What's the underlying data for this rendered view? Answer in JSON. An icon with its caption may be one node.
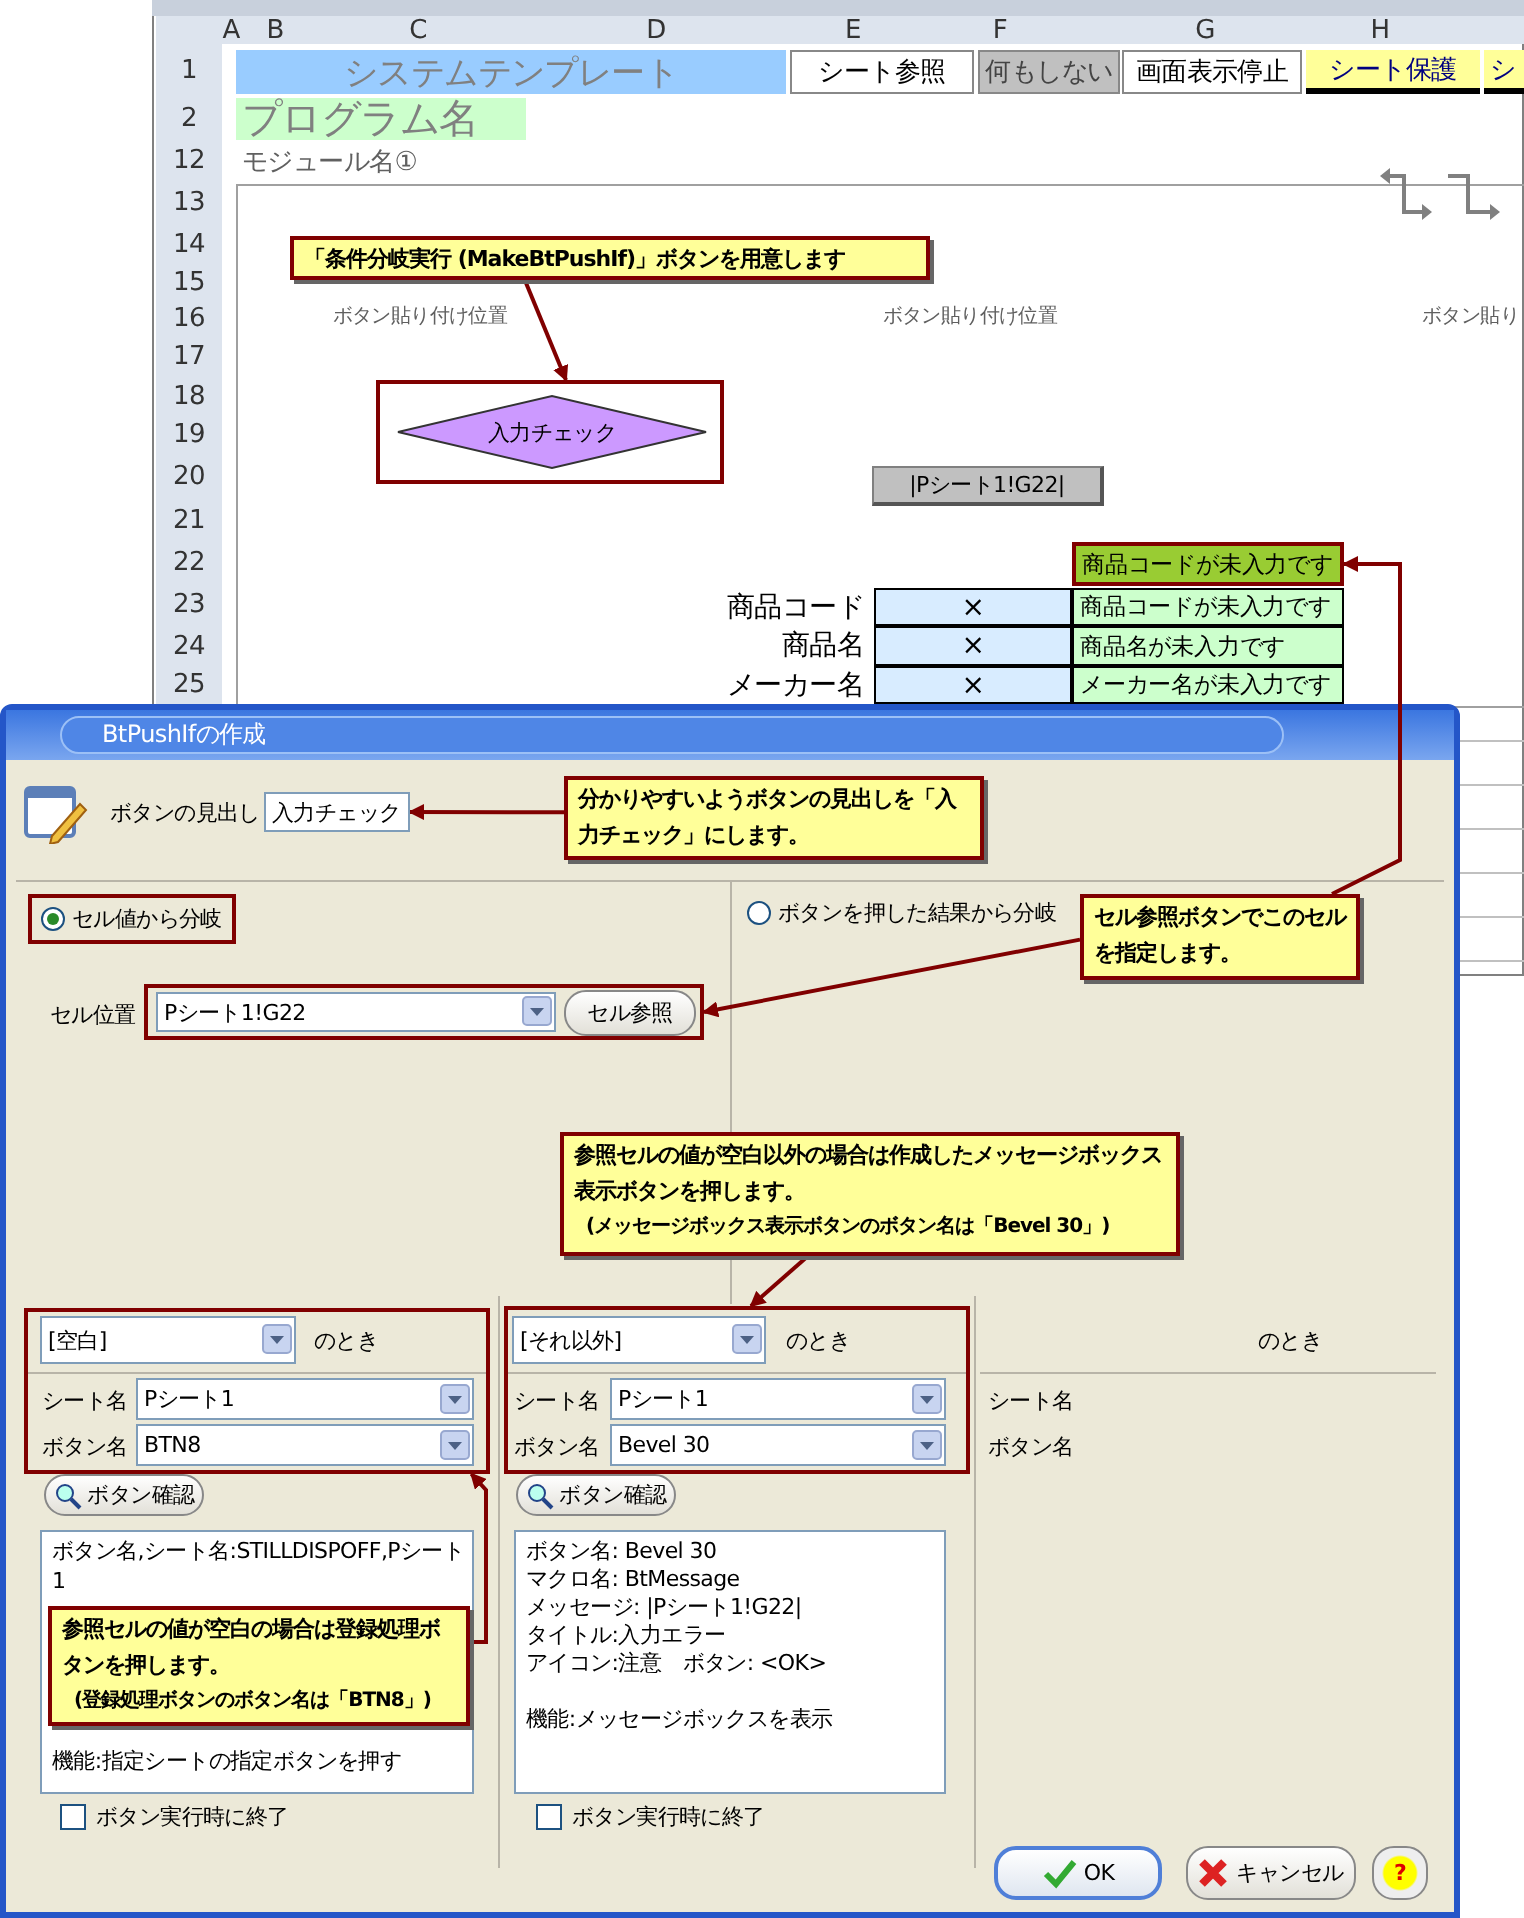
{
  "diagram": {
    "nodes": [
      {
        "text": [
          "「条件分岐実行 (MakeBtPushIf)」ボタンを用意します"
        ]
      },
      {
        "text": [],
        "shape": "box"
      },
      {
        "text": [
          "入力チェック"
        ],
        "in": 1
      },
      {
        "text": [
          "商品コードが未入力です"
        ]
      },
      {
        "text": [
          "分かりやすいようボタンの見出しを「入力チェック」にします。"
        ]
      },
      {
        "text": [
          "入力チェック"
        ]
      },
      {
        "text": [
          "セル値から分岐"
        ]
      },
      {
        "text": [],
        "shape": "box"
      },
      {
        "text": [
          "セル参照ボタンでこのセルを指定します。"
        ]
      },
      {
        "text": [
          "参照セルの値が空白以外の場合は作成したメッセージボックス表示ボタンを押します。",
          "(メッセージボックス表示ボタンのボタン名は「Bevel 30」)"
        ]
      },
      {
        "text": [],
        "shape": "box"
      },
      {
        "text": [
          "参照セルの値が空白の場合は登録処理ボタンを押します。",
          "(登録処理ボタンのボタン名は「BTN8」)"
        ]
      },
      {
        "text": [],
        "shape": "box"
      }
    ],
    "edges": [
      {
        "from": 0,
        "to": 1,
        "arrow": "to"
      },
      {
        "from": 4,
        "to": 5,
        "arrow": "to"
      },
      {
        "from": 8,
        "to": 3,
        "arrow": "to"
      },
      {
        "from": 8,
        "to": 7,
        "arrow": "to"
      },
      {
        "from": 9,
        "to": 10,
        "arrow": "to"
      },
      {
        "from": 11,
        "to": 12,
        "arrow": "to"
      }
    ],
    "labels": [
      "A",
      "B",
      "C",
      "D",
      "E",
      "F",
      "G",
      "H",
      "1",
      "2",
      "12",
      "13",
      "14",
      "15",
      "16",
      "17",
      "18",
      "19",
      "20",
      "21",
      "22",
      "23",
      "24",
      "25",
      "システムテンプレート",
      "シート参照",
      "何もしない",
      "画面表示停止",
      "シート保護",
      "シ",
      "プログラム名",
      "モジュール名①",
      "ボタン貼り付け位置",
      "ボタン貼り付け位置",
      "ボタン貼り",
      "|Pシート1!G22|",
      "商品コード",
      "×",
      "商品コードが未入力です",
      "商品名",
      "×",
      "商品名が未入力です",
      "メーカー名",
      "×",
      "メーカー名が未入力です",
      "BtPushIfの作成",
      "ボタンの見出し",
      "ボタンを押した結果から分岐",
      "セル位置",
      "Pシート1!G22",
      "セル参照",
      "[空白]",
      "のとき",
      "シート名",
      "Pシート1",
      "ボタン名",
      "BTN8",
      "[それ以外]",
      "のとき",
      "シート名",
      "Pシート1",
      "ボタン名",
      "Bevel 30",
      "のとき",
      "シート名",
      "ボタン名",
      "ボタン確認",
      "ボタン確認",
      "ボタン名,シート名:STILLDISPOFF,Pシート1",
      "機能:指定シートの指定ボタンを押す",
      "ボタン名: Bevel 30",
      "マクロ名: BtMessage",
      "メッセージ: |Pシート1!G22|",
      "タイトル:入力エラー",
      "アイコン:注意　ボタン: <OK>",
      "機能:メッセージボックスを表示",
      "ボタン実行時に終了",
      "ボタン実行時に終了",
      "OK",
      "キャンセル",
      "?"
    ]
  }
}
